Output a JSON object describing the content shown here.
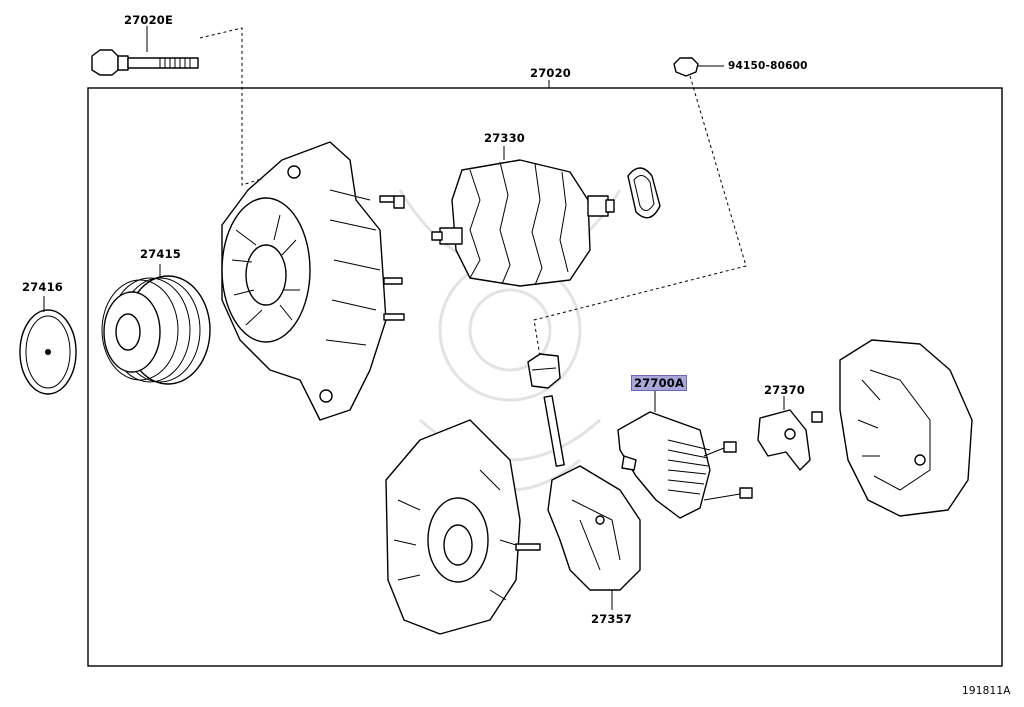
{
  "diagram": {
    "frame_title": "27020",
    "labels": {
      "bolt": "27020E",
      "nut": "94150-80600",
      "rotor": "27330",
      "pulley": "27415",
      "pulley_cover": "27416",
      "regulator": "27700A",
      "terminal_insulator": "27370",
      "brush_holder": "27357"
    },
    "highlight_color": "#a9a6d8",
    "illustration_id": "191811A"
  }
}
